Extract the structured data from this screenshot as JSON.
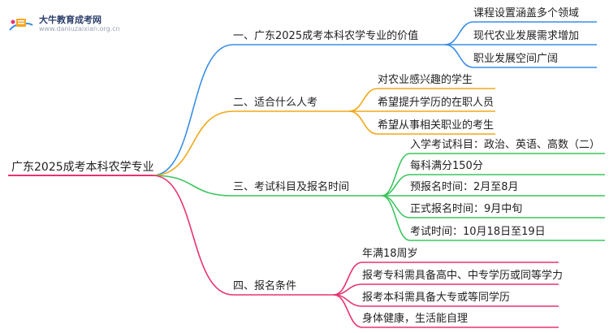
{
  "logo": {
    "title": "大牛教育成考网",
    "url": "www.daniuzaixian.org.cn"
  },
  "root": {
    "label": "广东2025成考本科农学专业"
  },
  "branches": [
    {
      "label": "一、广东2025成考本科农学专业的价值",
      "color": "#3a8ee6",
      "children": [
        "课程设置涵盖多个领域",
        "现代农业发展需求增加",
        "职业发展空间广阔"
      ]
    },
    {
      "label": "二、适合什么人考",
      "color": "#f0a818",
      "children": [
        "对农业感兴趣的学生",
        "希望提升学历的在职人员",
        "希望从事相关职业的考生"
      ]
    },
    {
      "label": "三、考试科目及报名时间",
      "color": "#3cc55e",
      "children": [
        "入学考试科目：政治、英语、高数（二）",
        "每科满分150分",
        "预报名时间：2月至8月",
        "正式报名时间：9月中旬",
        "考试时间：10月18日至19日"
      ]
    },
    {
      "label": "四、报名条件",
      "color": "#e8336e",
      "children": [
        "年满18周岁",
        "报考专科需具备高中、中专学历或同等学力",
        "报考本科需具备大专或等同学历",
        "身体健康，生活能自理"
      ]
    }
  ]
}
